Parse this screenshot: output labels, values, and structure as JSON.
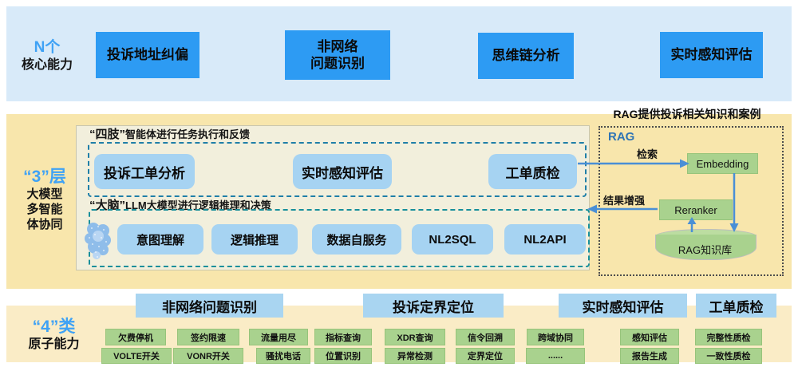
{
  "top": {
    "label_blue": "N个",
    "label_black": "核心能力",
    "buttons": [
      "投诉地址纠偏",
      "非网络\n问题识别",
      "思维链分析",
      "实时感知评估"
    ]
  },
  "middle": {
    "label_blue": "“3”层",
    "label_black": "大模型\n多智能\n体协同",
    "limbs_caption_head": "“四肢”",
    "limbs_caption_rest": "智能体进行任务执行和反馈",
    "agent_boxes": [
      "投诉工单分析",
      "实时感知评估",
      "工单质检"
    ],
    "brain_caption_head": "“大脑”",
    "brain_caption_rest": "LLM大模型进行逻辑推理和决策",
    "brain_boxes": [
      "意图理解",
      "逻辑推理",
      "数据自服务",
      "NL2SQL",
      "NL2API"
    ],
    "brain_icon": "brain-icon"
  },
  "rag": {
    "title": "RAG提供投诉相关知识和案例",
    "label": "RAG",
    "retrieve_label": "检索",
    "embedding": "Embedding",
    "enhance_label": "结果增强",
    "reranker": "Reranker",
    "knowledge_base": "RAG知识库"
  },
  "bottom": {
    "label_blue": "“4”类",
    "label_black": "原子能力",
    "headers": [
      "非网络问题识别",
      "投诉定界定位",
      "实时感知评估",
      "工单质检"
    ],
    "row1": [
      "欠费停机",
      "签约限速",
      "流量用尽",
      "指标查询",
      "XDR查询",
      "信令回溯",
      "跨域协同",
      "感知评估",
      "完整性质检"
    ],
    "row2": [
      "VOLTE开关",
      "VONR开关",
      "骚扰电话",
      "位置识别",
      "异常检测",
      "定界定位",
      "......",
      "报告生成",
      "一致性质检"
    ]
  },
  "colors": {
    "accent_blue": "#2D9BF3",
    "light_blue": "#A6D3F2",
    "green": "#A9D28E",
    "arrow_blue": "#4a8fd6",
    "band_blue": "#D8EAF9",
    "band_yellow": "#F8E6AC"
  }
}
